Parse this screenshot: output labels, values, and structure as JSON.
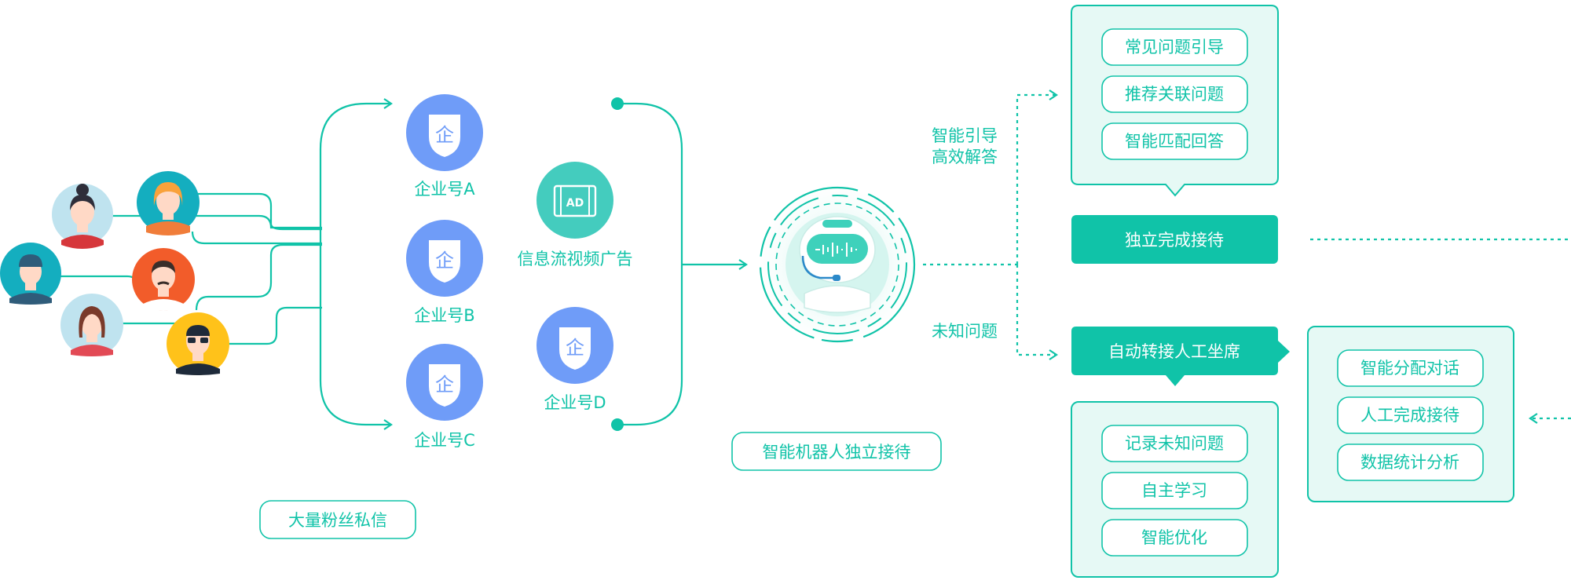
{
  "colors": {
    "teal": "#10C3A8",
    "teal_light": "#E6F9F5",
    "blue": "#6F9CF8",
    "skin": "#FFD9C6",
    "dark": "#333333"
  },
  "icons": {
    "enterprise_glyph": "企",
    "ad_glyph": "AD"
  },
  "fans": {
    "label": "大量粉丝私信"
  },
  "accounts": [
    {
      "label": "企业号A"
    },
    {
      "label": "企业号B"
    },
    {
      "label": "企业号C"
    },
    {
      "label": "企业号D"
    }
  ],
  "ad": {
    "label": "信息流视频广告"
  },
  "robot": {
    "label": "智能机器人独立接待"
  },
  "branches": {
    "upper_line1": "智能引导",
    "upper_line2": "高效解答",
    "lower": "未知问题"
  },
  "guide_box": {
    "items": [
      "常见问题引导",
      "推荐关联问题",
      "智能匹配回答"
    ]
  },
  "independent": {
    "label": "独立完成接待"
  },
  "transfer": {
    "label": "自动转接人工坐席"
  },
  "learn_box": {
    "items": [
      "记录未知问题",
      "自主学习",
      "智能优化"
    ]
  },
  "human_box": {
    "items": [
      "智能分配对话",
      "人工完成接待",
      "数据统计分析"
    ]
  }
}
